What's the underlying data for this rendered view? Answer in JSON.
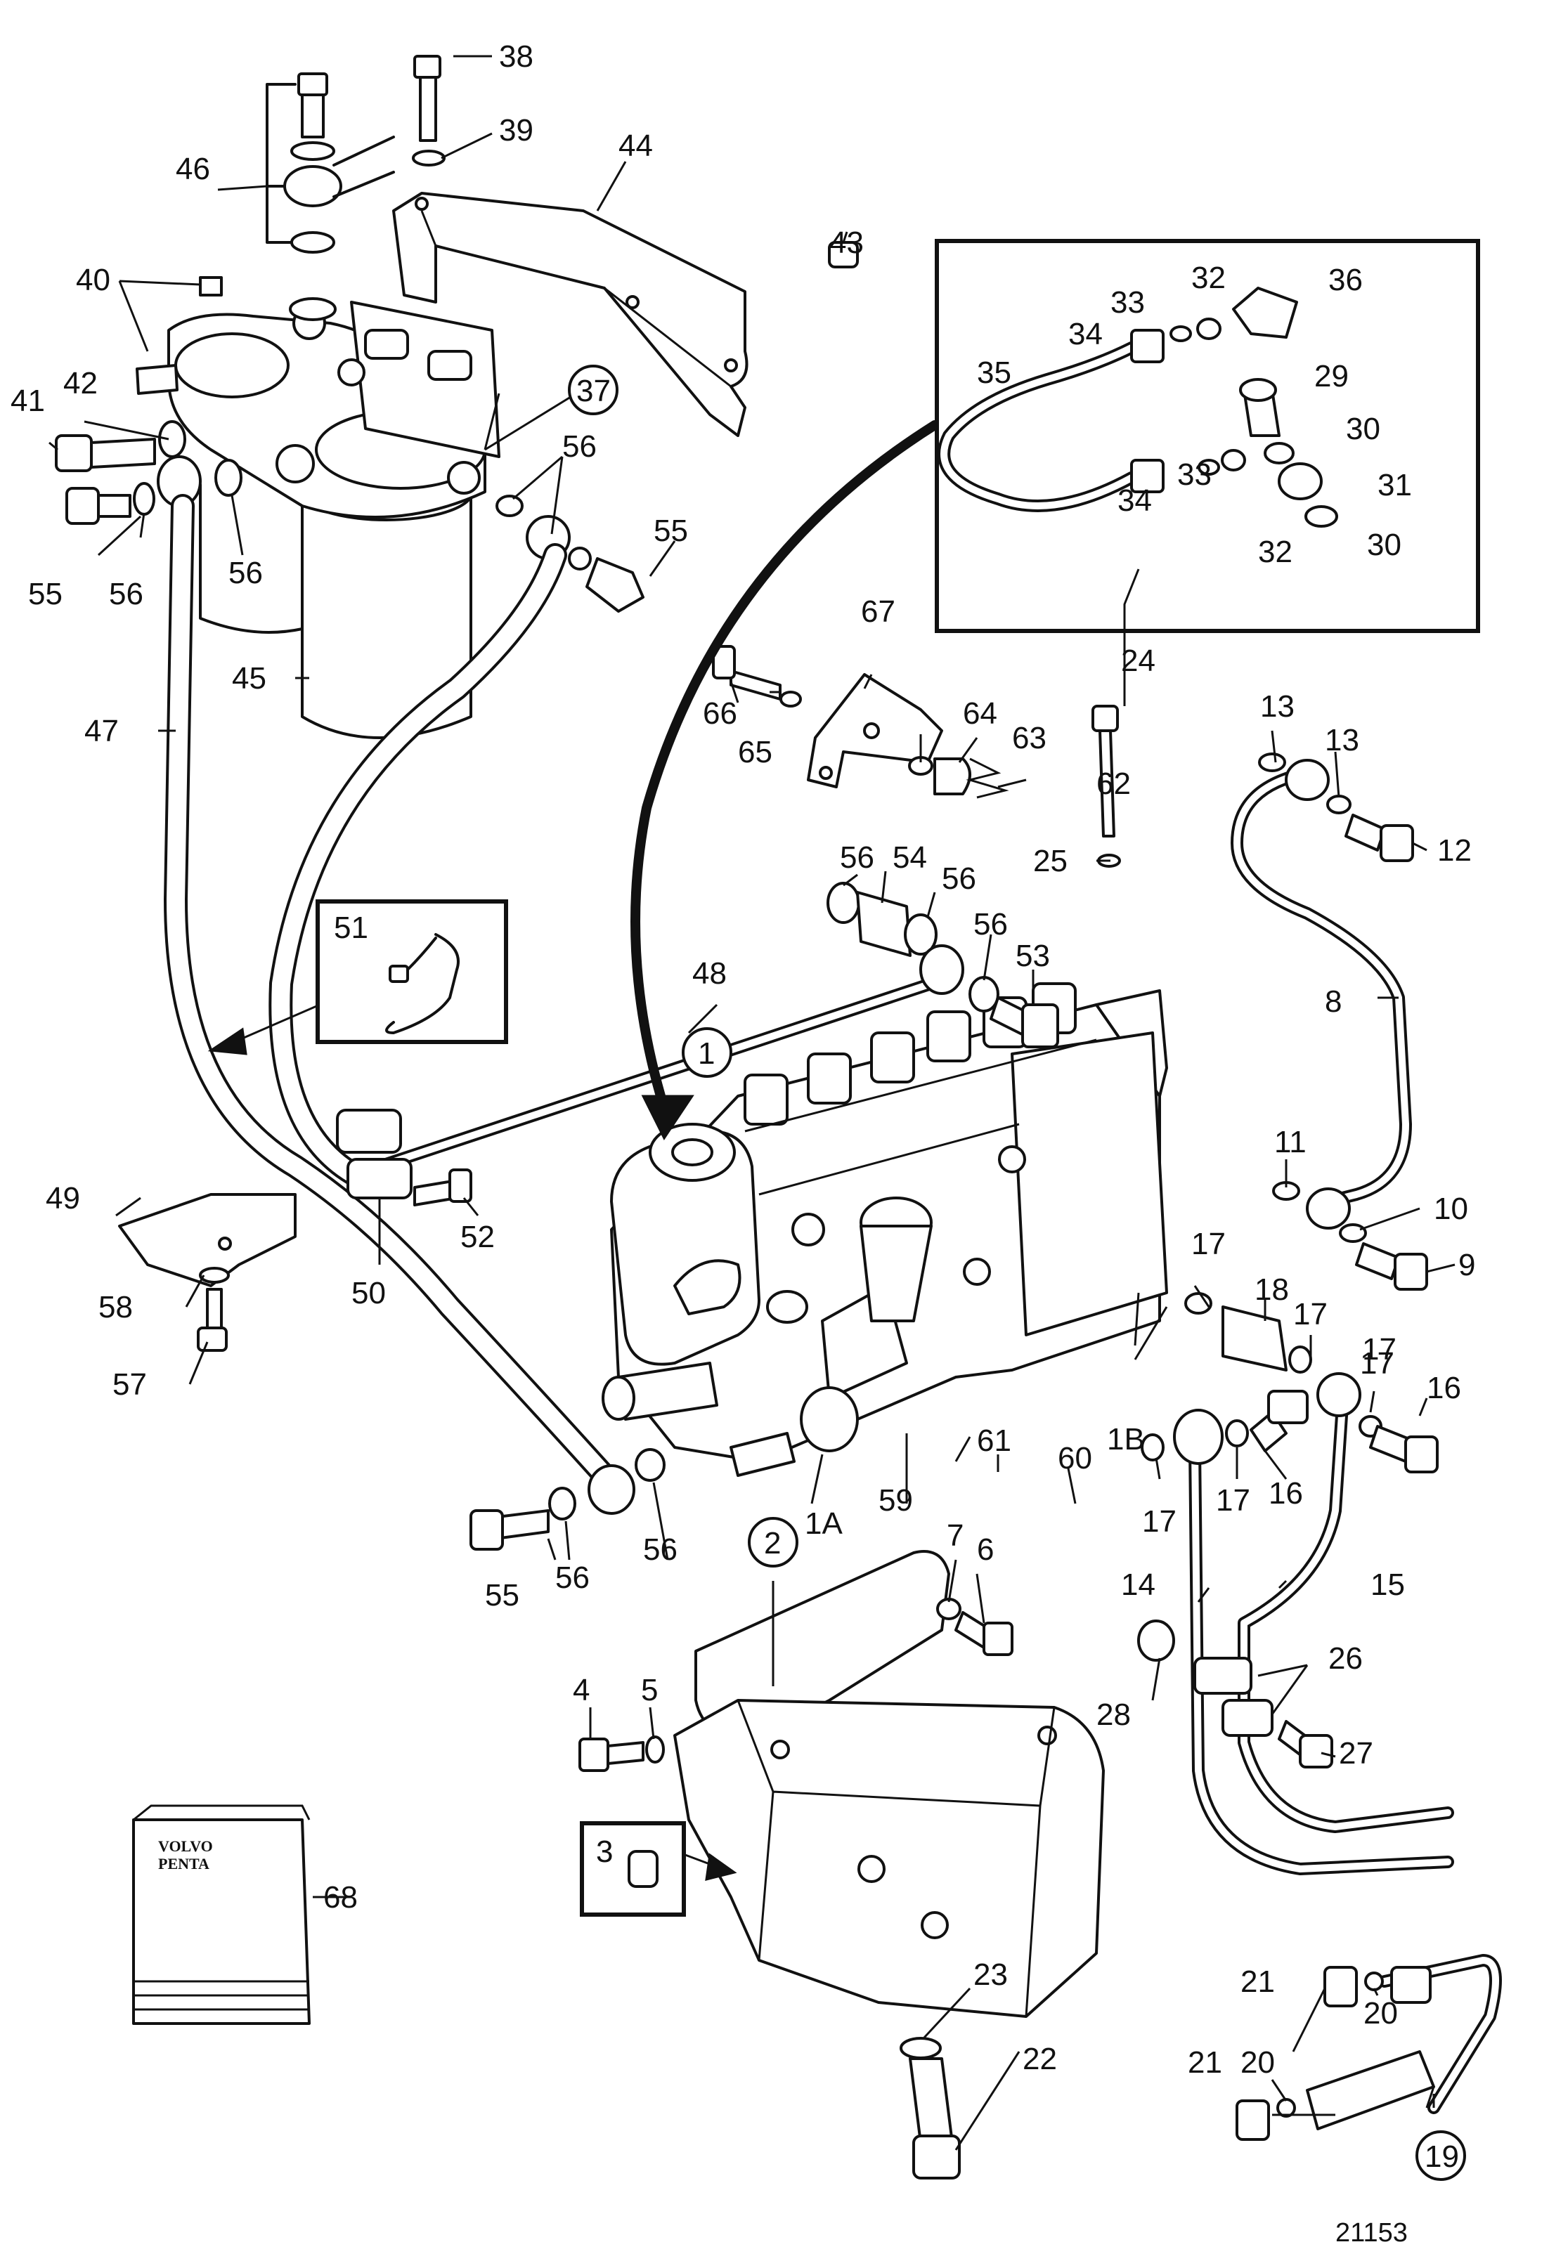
{
  "callouts": {
    "c1": "1",
    "c1a": "1A",
    "c1b": "1B",
    "c2": "2",
    "c3": "3",
    "c4": "4",
    "c5": "5",
    "c6": "6",
    "c7": "7",
    "c8": "8",
    "c9": "9",
    "c10": "10",
    "c11": "11",
    "c12": "12",
    "c13a": "13",
    "c13b": "13",
    "c14": "14",
    "c15": "15",
    "c16a": "16",
    "c16b": "16",
    "c17a": "17",
    "c17b": "17",
    "c17c": "17",
    "c17d": "17",
    "c17e": "17",
    "c17f": "17",
    "c18": "18",
    "c19": "19",
    "c20a": "20",
    "c20b": "20",
    "c21a": "21",
    "c21b": "21",
    "c22": "22",
    "c23": "23",
    "c24": "24",
    "c25": "25",
    "c26": "26",
    "c27": "27",
    "c28": "28",
    "c29": "29",
    "c30a": "30",
    "c30b": "30",
    "c31": "31",
    "c32a": "32",
    "c32b": "32",
    "c33a": "33",
    "c33b": "33",
    "c34a": "34",
    "c34b": "34",
    "c35": "35",
    "c36": "36",
    "c37": "37",
    "c38": "38",
    "c39": "39",
    "c40": "40",
    "c41": "41",
    "c42": "42",
    "c43": "43",
    "c44": "44",
    "c45": "45",
    "c46": "46",
    "c47": "47",
    "c48": "48",
    "c49": "49",
    "c50": "50",
    "c51": "51",
    "c52": "52",
    "c53": "53",
    "c54": "54",
    "c55a": "55",
    "c55b": "55",
    "c55c": "55",
    "c56a": "56",
    "c56b": "56",
    "c56c": "56",
    "c56d": "56",
    "c56e": "56",
    "c56f": "56",
    "c56g": "56",
    "c56h": "56",
    "c57": "57",
    "c58": "58",
    "c59": "59",
    "c60": "60",
    "c61": "61",
    "c62": "62",
    "c63": "63",
    "c64": "64",
    "c65": "65",
    "c66": "66",
    "c67": "67",
    "c68": "68"
  },
  "manual_brand_line1": "VOLVO",
  "manual_brand_line2": "PENTA",
  "drawing_ref": "21153"
}
